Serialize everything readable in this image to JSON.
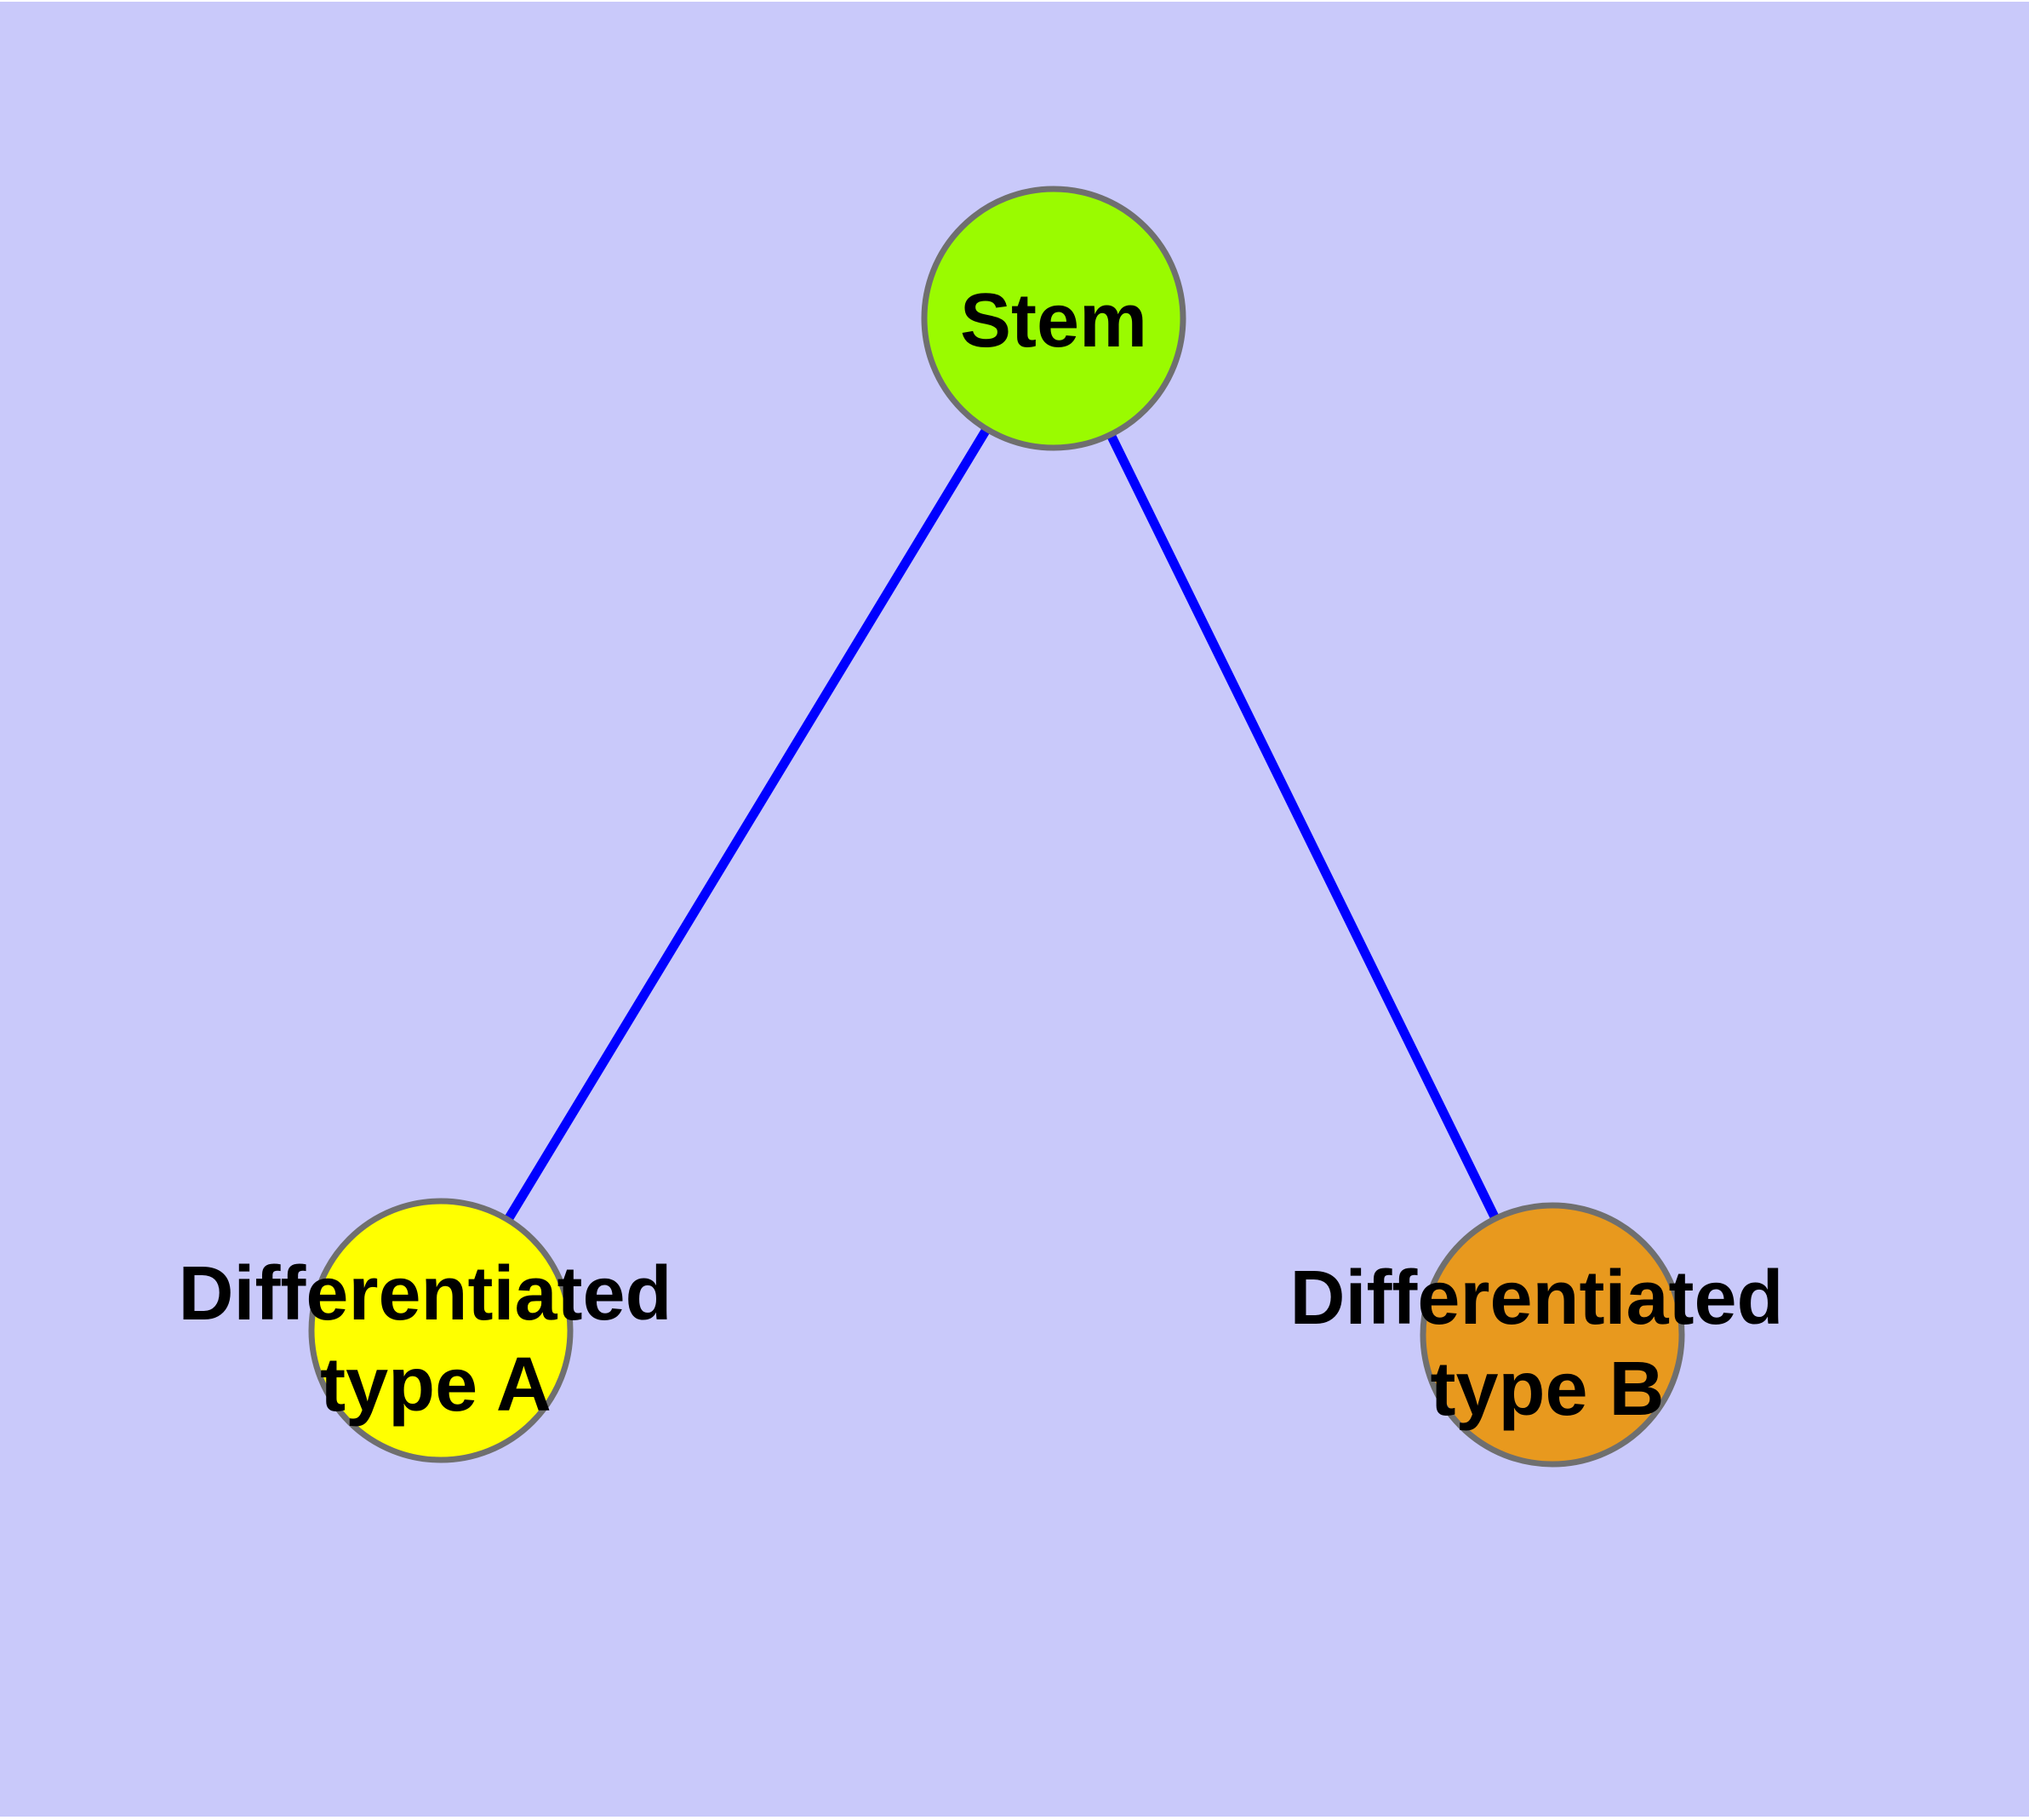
{
  "figure": {
    "description": "Network diagram of stem cell differentiation with one stem node connected to two differentiated cell type nodes",
    "canvas_background_color": "#C9C9FA",
    "outer_margin_color": "#FFFFFF",
    "edge_color": "#0000FF",
    "node_border_color": "#6F6F6F",
    "label_color": "#000000",
    "nodes": [
      {
        "id": "stem",
        "label": "Stem",
        "lines": [
          "Stem"
        ],
        "fill_color": "#9AFB00"
      },
      {
        "id": "differentiated-type-a",
        "label": "Differentiated type A",
        "lines": [
          "Differentiated",
          "type A"
        ],
        "fill_color": "#FFFF00"
      },
      {
        "id": "differentiated-type-b",
        "label": "Differentiated type B",
        "lines": [
          "Differentiated",
          "type B"
        ],
        "fill_color": "#E8991E"
      }
    ],
    "edges": [
      {
        "from": "stem",
        "to": "differentiated-type-a"
      },
      {
        "from": "stem",
        "to": "differentiated-type-b"
      }
    ]
  }
}
